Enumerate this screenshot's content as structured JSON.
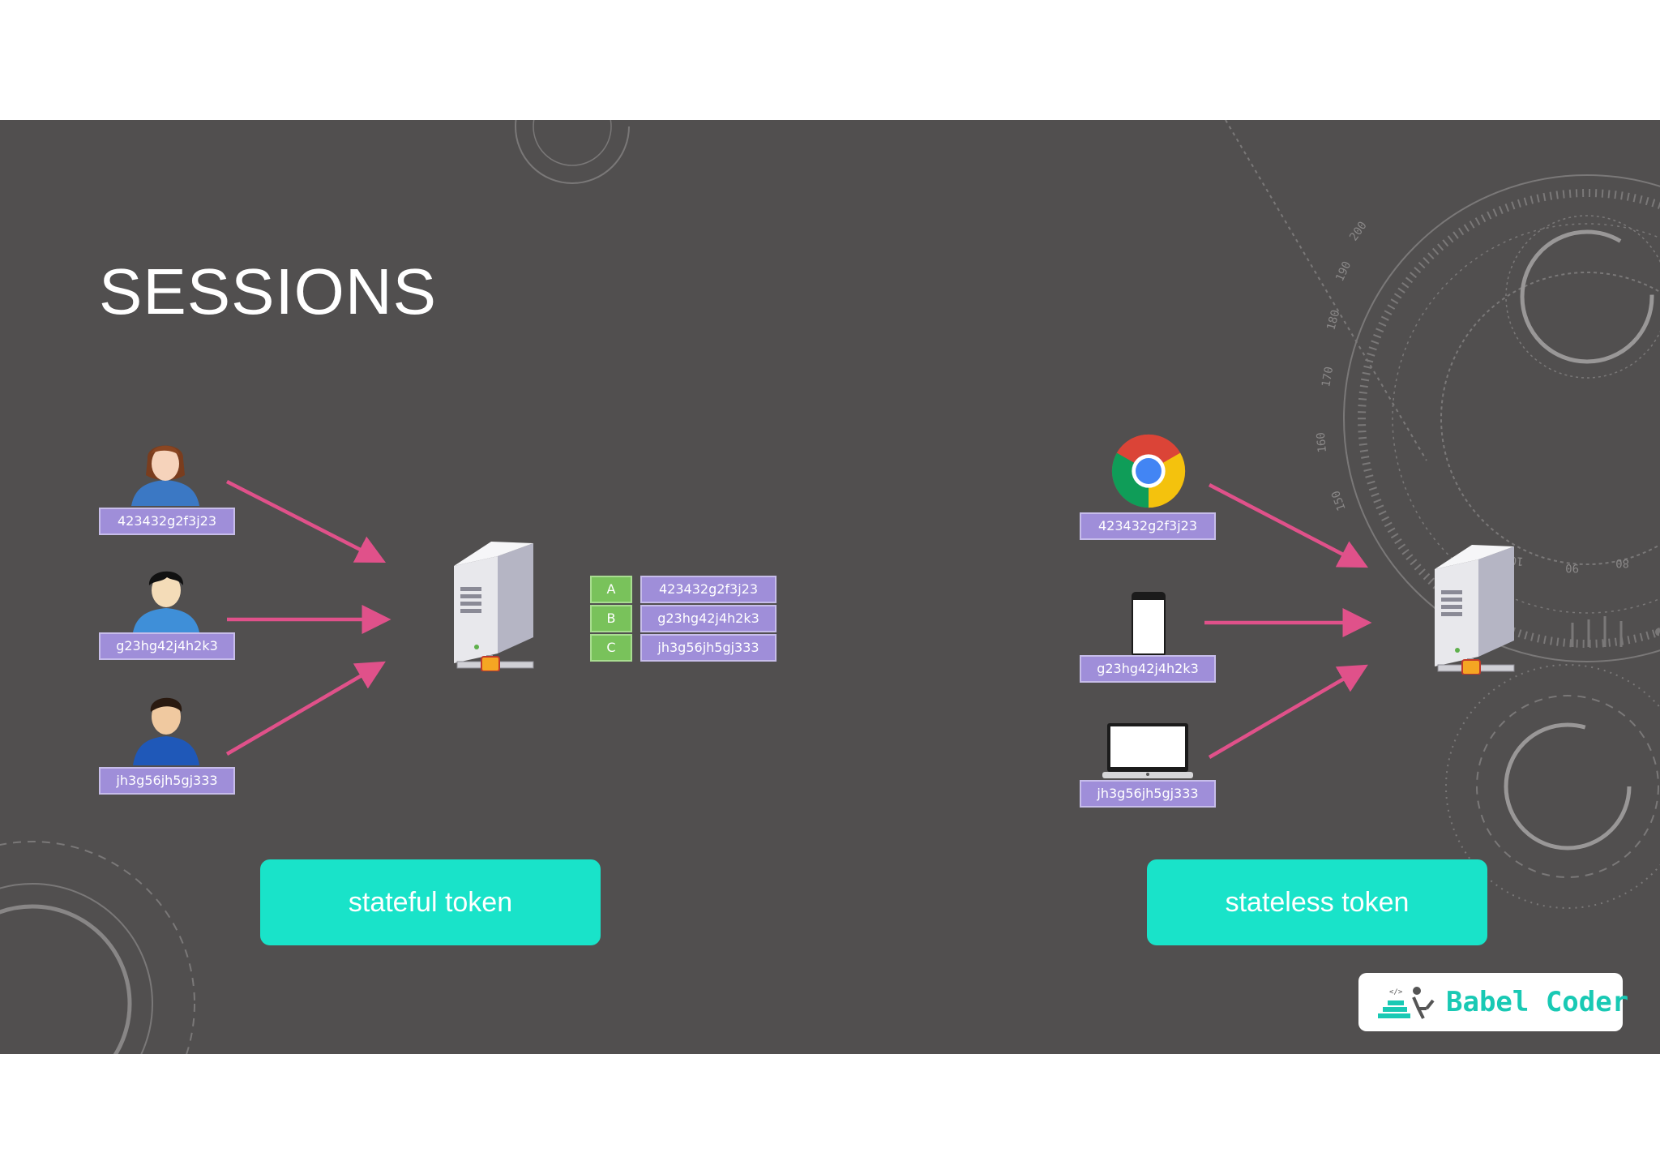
{
  "slide": {
    "title": "SESSIONS"
  },
  "stateful": {
    "users": [
      {
        "icon": "user-female-icon",
        "token": "423432g2f3j23"
      },
      {
        "icon": "user-male-icon",
        "token": "g23hg42j4h2k3"
      },
      {
        "icon": "user-male-blue-shirt-icon",
        "token": "jh3g56jh5gj333"
      }
    ],
    "session_table": [
      {
        "key": "A",
        "token": "423432g2f3j23"
      },
      {
        "key": "B",
        "token": "g23hg42j4h2k3"
      },
      {
        "key": "C",
        "token": "jh3g56jh5gj333"
      }
    ],
    "button_label": "stateful token"
  },
  "stateless": {
    "clients": [
      {
        "icon": "chrome-browser-icon",
        "token": "423432g2f3j23"
      },
      {
        "icon": "mobile-phone-icon",
        "token": "g23hg42j4h2k3"
      },
      {
        "icon": "laptop-icon",
        "token": "jh3g56jh5gj333"
      }
    ],
    "button_label": "stateless token"
  },
  "branding": {
    "logo_text": "Babel Coder"
  },
  "colors": {
    "background": "#514f4f",
    "arrow": "#e0518a",
    "token_label": "#9f8ed9",
    "session_key": "#79c25b",
    "button": "#19e3c9",
    "brand": "#19c9b4"
  }
}
